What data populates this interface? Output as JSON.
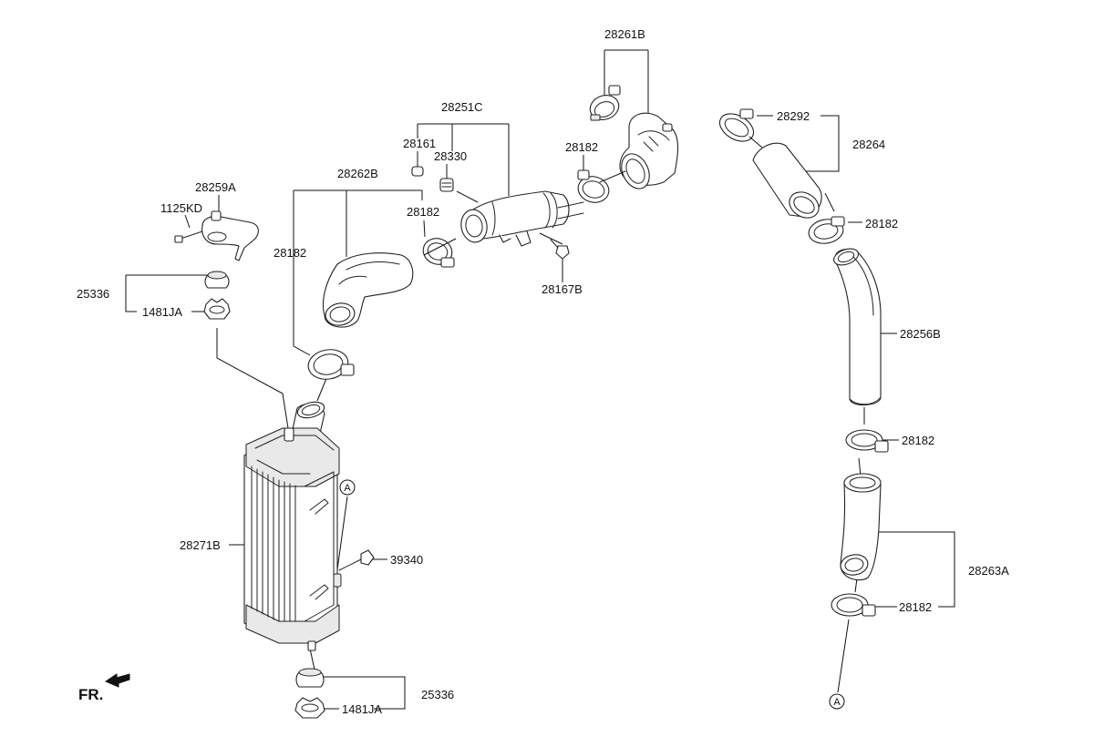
{
  "labels": {
    "p28261B": "28261B",
    "p28251C": "28251C",
    "p28161": "28161",
    "p28330": "28330",
    "p28182_top": "28182",
    "p28262B": "28262B",
    "p28182_mid": "28182",
    "p28182_left": "28182",
    "p28259A": "28259A",
    "p1125KD": "1125KD",
    "p25336_top": "25336",
    "p1481JA_top": "1481JA",
    "p28167B": "28167B",
    "p28292": "28292",
    "p28264": "28264",
    "p28182_r1": "28182",
    "p28256B": "28256B",
    "p28182_r2": "28182",
    "p28263A": "28263A",
    "p28182_r3": "28182",
    "p28271B": "28271B",
    "p39340": "39340",
    "p25336_bot": "25336",
    "p1481JA_bot": "1481JA"
  },
  "markers": {
    "connector_a": "A",
    "connector_b": "A"
  },
  "front_label": "FR."
}
